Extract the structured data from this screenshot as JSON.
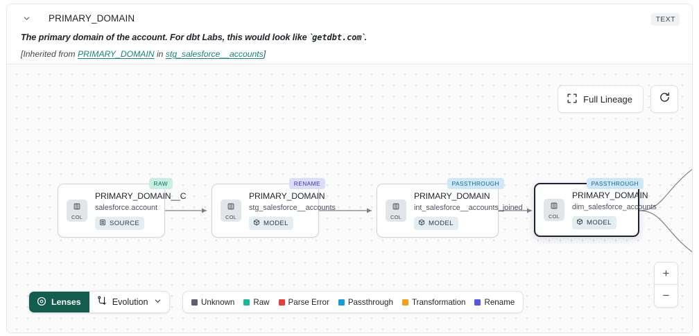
{
  "header": {
    "title": "PRIMARY_DOMAIN",
    "type_badge": "TEXT",
    "chevron_icon": "chevron-down-icon",
    "description_pre": "The primary domain of the account. For dbt Labs, this would look like `",
    "description_code": "getdbt.com",
    "description_post": "`.",
    "inherited_pre": "[Inherited from ",
    "inherited_column": "PRIMARY_DOMAIN",
    "inherited_mid": " in ",
    "inherited_model": "stg_salesforce__accounts",
    "inherited_post": "]"
  },
  "controls": {
    "full_lineage_label": "Full Lineage",
    "full_lineage_icon": "expand-corners-icon",
    "refresh_icon": "refresh-icon",
    "zoom_in_label": "+",
    "zoom_out_label": "−",
    "zoom_in_icon": "plus-icon",
    "zoom_out_icon": "minus-icon"
  },
  "toolbar": {
    "lenses_label": "Lenses",
    "lenses_icon": "aperture-icon",
    "evolution_label": "Evolution",
    "evolution_icon": "evolution-fork-icon",
    "evolution_chevron_icon": "chevron-down-icon",
    "lenses_bg": "#135c4e"
  },
  "legend": {
    "items": [
      {
        "label": "Unknown",
        "color": "#5c6169"
      },
      {
        "label": "Raw",
        "color": "#18b89b"
      },
      {
        "label": "Parse Error",
        "color": "#e3403c"
      },
      {
        "label": "Passthrough",
        "color": "#189ad6"
      },
      {
        "label": "Transformation",
        "color": "#f0a01c"
      },
      {
        "label": "Rename",
        "color": "#5a55e0"
      }
    ]
  },
  "graph": {
    "col_chip_label": "COL",
    "col_chip_icon": "columns-icon",
    "nodes": [
      {
        "title": "PRIMARY_DOMAIN__C",
        "subtitle": "salesforce.account",
        "tag": "SOURCE",
        "tag_icon": "database-icon",
        "kind": "RAW",
        "kind_bg": "#c7f0e3",
        "kind_fg": "#146b59",
        "selected": false
      },
      {
        "title": "PRIMARY_DOMAIN",
        "subtitle": "stg_salesforce__accounts",
        "tag": "MODEL",
        "tag_icon": "cube-icon",
        "kind": "RENAME",
        "kind_bg": "#dcdcfb",
        "kind_fg": "#3a35a8",
        "selected": false
      },
      {
        "title": "PRIMARY_DOMAIN",
        "subtitle": "int_salesforce__accounts_joined",
        "tag": "MODEL",
        "tag_icon": "cube-icon",
        "kind": "PASSTHROUGH",
        "kind_bg": "#cfe8f7",
        "kind_fg": "#1a5f86",
        "selected": false
      },
      {
        "title": "PRIMARY_DOMAIN",
        "subtitle": "dim_salesforce_accounts",
        "tag": "MODEL",
        "tag_icon": "cube-icon",
        "kind": "PASSTHROUGH",
        "kind_bg": "#cfe8f7",
        "kind_fg": "#1a5f86",
        "selected": true
      }
    ]
  }
}
